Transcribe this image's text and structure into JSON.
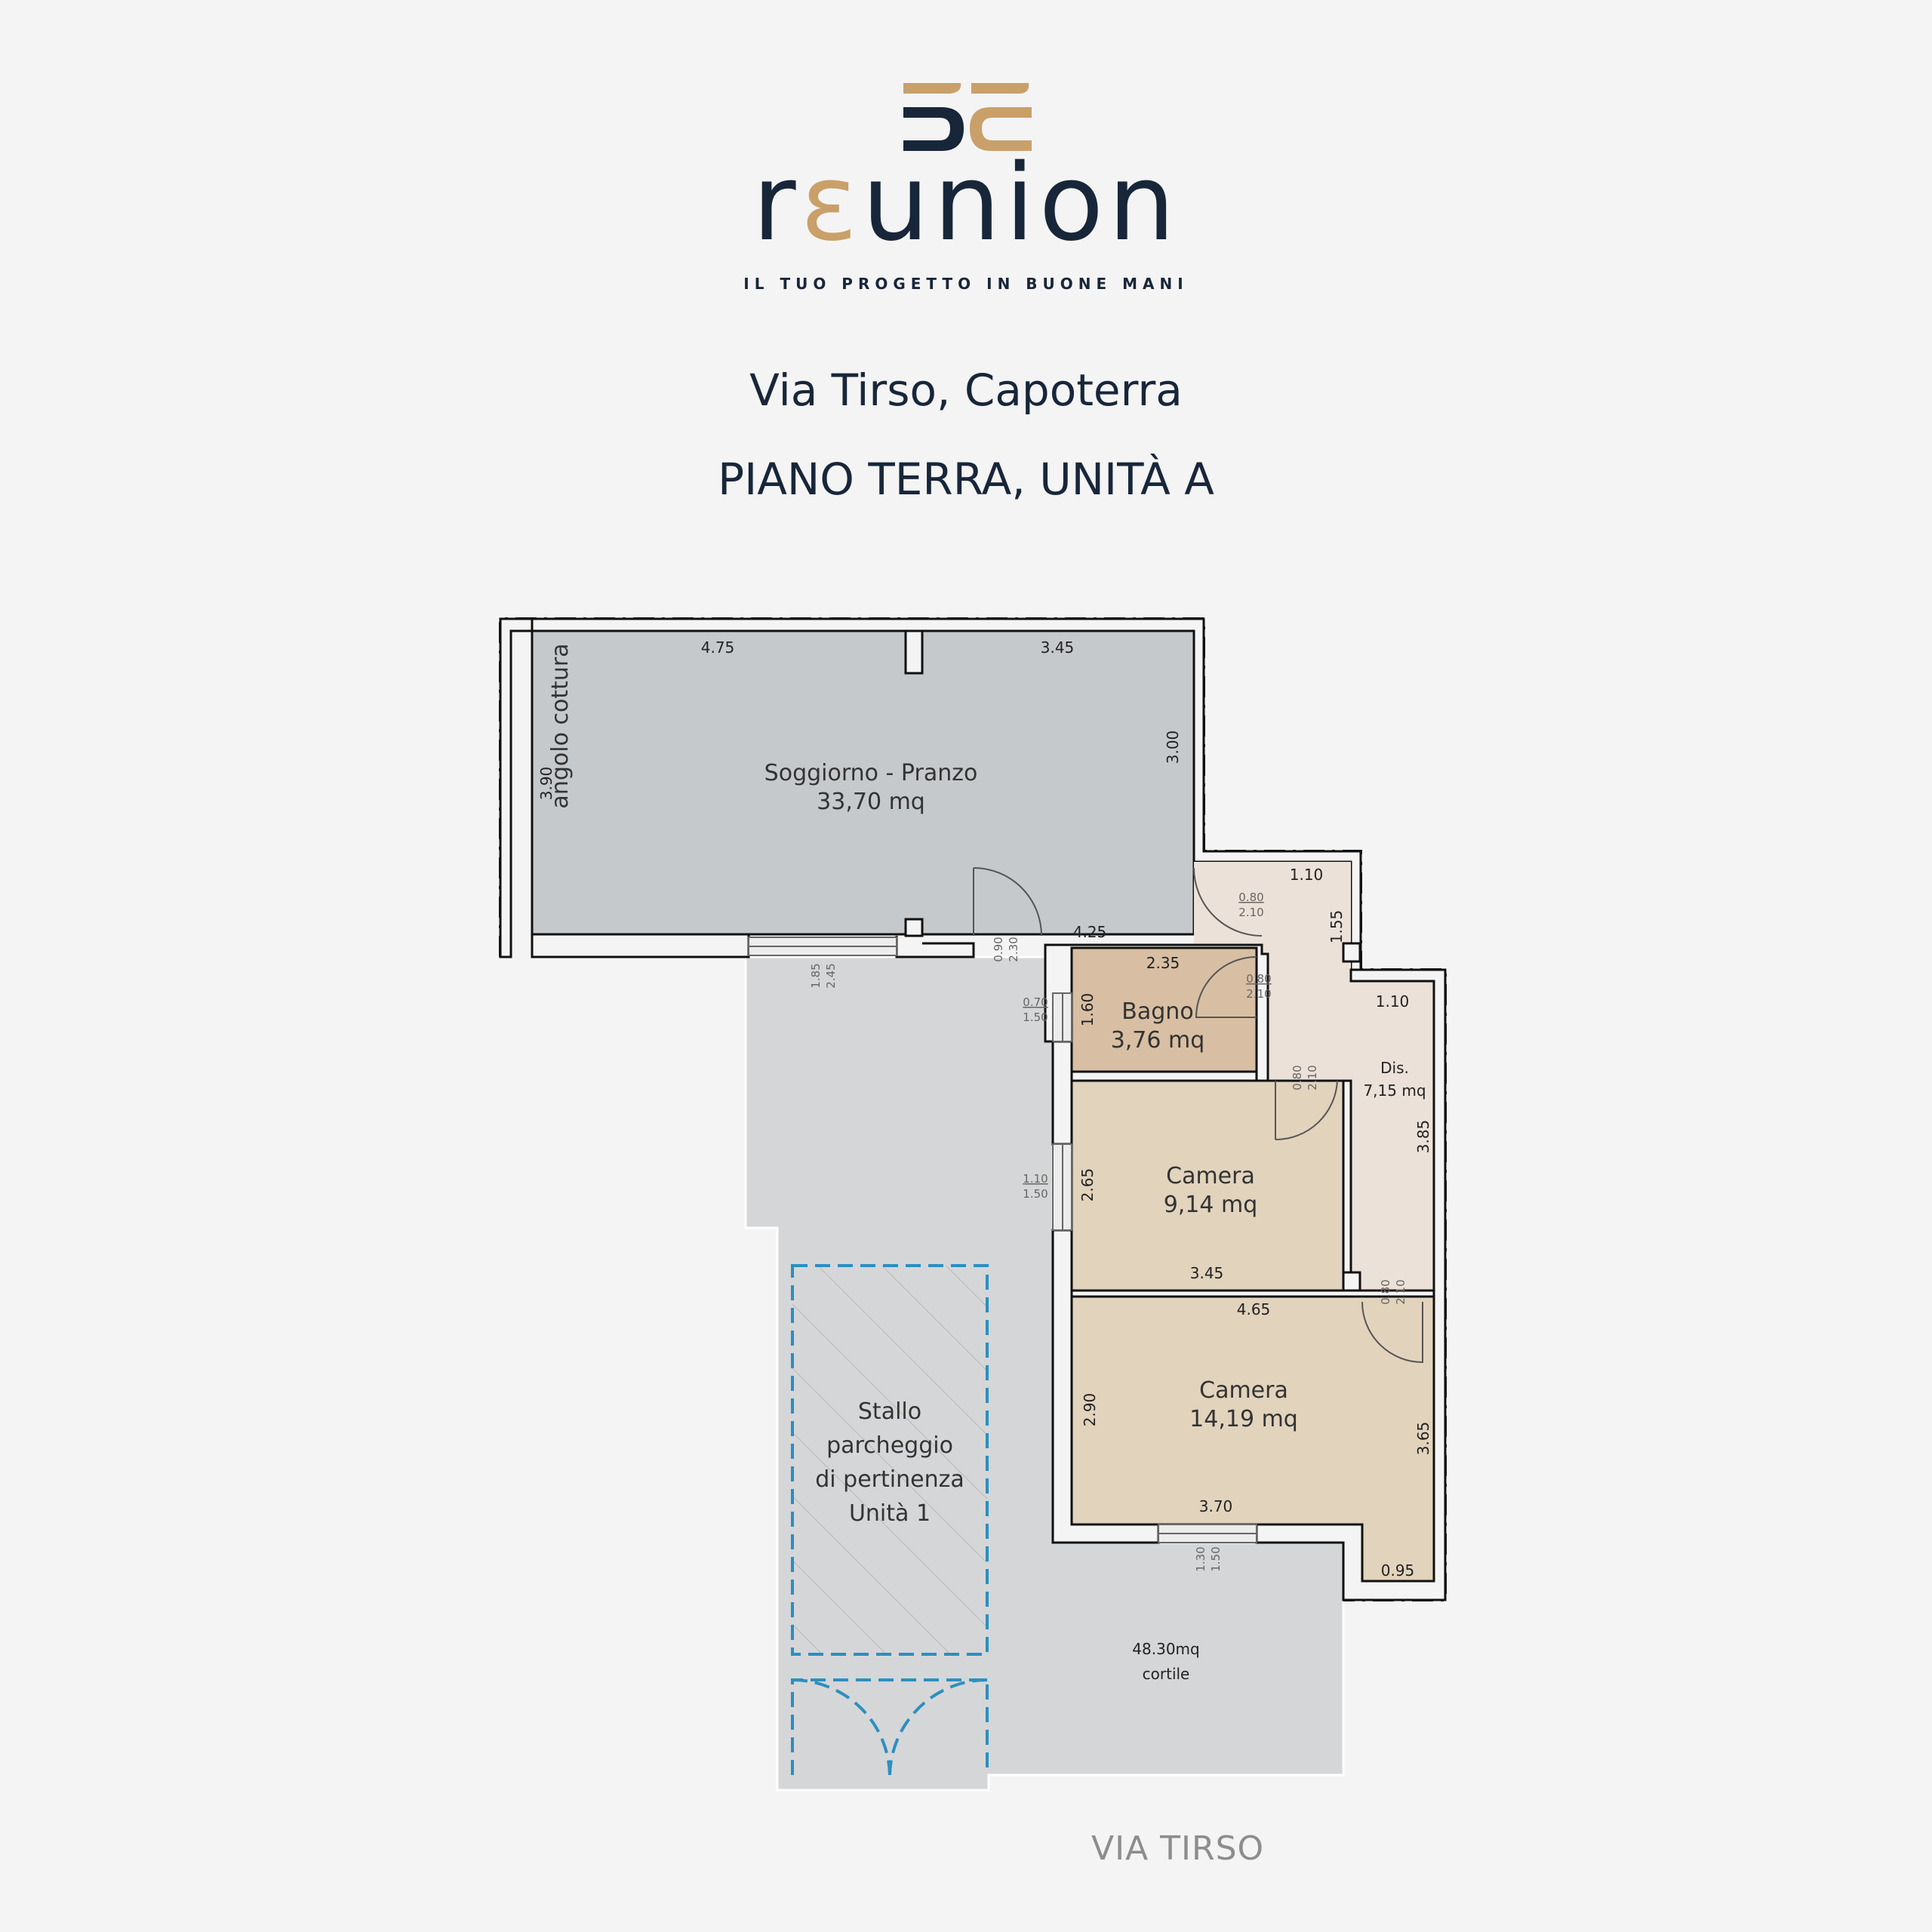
{
  "brand": {
    "name_prefix": "r",
    "name_accent": "ε",
    "name_suffix": "union",
    "tagline": "IL TUO PROGETTO IN BUONE MANI",
    "colors": {
      "navy": "#18263a",
      "gold": "#c9a06a"
    }
  },
  "header": {
    "address": "Via Tirso, Capoterra",
    "unit": "PIANO TERRA, UNITÀ A"
  },
  "street": "VIA TIRSO",
  "rooms": {
    "soggiorno": {
      "name": "Soggiorno - Pranzo",
      "area": "33,70 mq",
      "kitchen_label": "angolo cottura"
    },
    "bagno": {
      "name": "Bagno",
      "area": "3,76 mq"
    },
    "disimpegno": {
      "name": "Dis.",
      "area": "7,15 mq"
    },
    "camera1": {
      "name": "Camera",
      "area": "9,14 mq"
    },
    "camera2": {
      "name": "Camera",
      "area": "14,19 mq"
    },
    "parking": {
      "line1": "Stallo",
      "line2": "parcheggio",
      "line3": "di pertinenza",
      "line4": "Unità 1"
    },
    "courtyard": {
      "area": "48.30mq",
      "name": "cortile"
    }
  },
  "dimensions": {
    "soggiorno_top_left": "4.75",
    "soggiorno_top_right": "3.45",
    "soggiorno_right": "3.00",
    "soggiorno_left": "3.90",
    "dis_top": "1.10",
    "dis_notch": "1.55",
    "bagno_top": "4.25",
    "bagno_width": "2.35",
    "bagno_height": "1.60",
    "dis_width": "1.10",
    "dis_height": "3.85",
    "camera1_height": "2.65",
    "camera1_width": "3.45",
    "camera2_top": "4.65",
    "camera2_left": "2.90",
    "camera2_right": "3.65",
    "camera2_bottom": "3.70",
    "corner_bottom": "0.95"
  },
  "openings": {
    "door_soggiorno": [
      "0.90",
      "2.30"
    ],
    "door_dis_top": [
      "0.80",
      "2.10"
    ],
    "door_bagno": [
      "0.80",
      "2.10"
    ],
    "door_camera1": [
      "0.80",
      "2.10"
    ],
    "door_camera2": [
      "0.80",
      "2.10"
    ],
    "window_soggiorno": [
      "1.85",
      "2.45"
    ],
    "window_bagno": [
      "0.70",
      "1.50"
    ],
    "window_camera1": [
      "1.10",
      "1.50"
    ],
    "window_camera2": [
      "1.30",
      "1.50"
    ]
  },
  "colors": {
    "soggiorno_fill": "#c6c9cc",
    "bagno_fill": "#d8bfa3",
    "camera_fill": "#e2d3bd",
    "dis_fill": "#ece1d8",
    "courtyard_fill": "#d5d6d8",
    "parking_line": "#2b8fc0"
  }
}
